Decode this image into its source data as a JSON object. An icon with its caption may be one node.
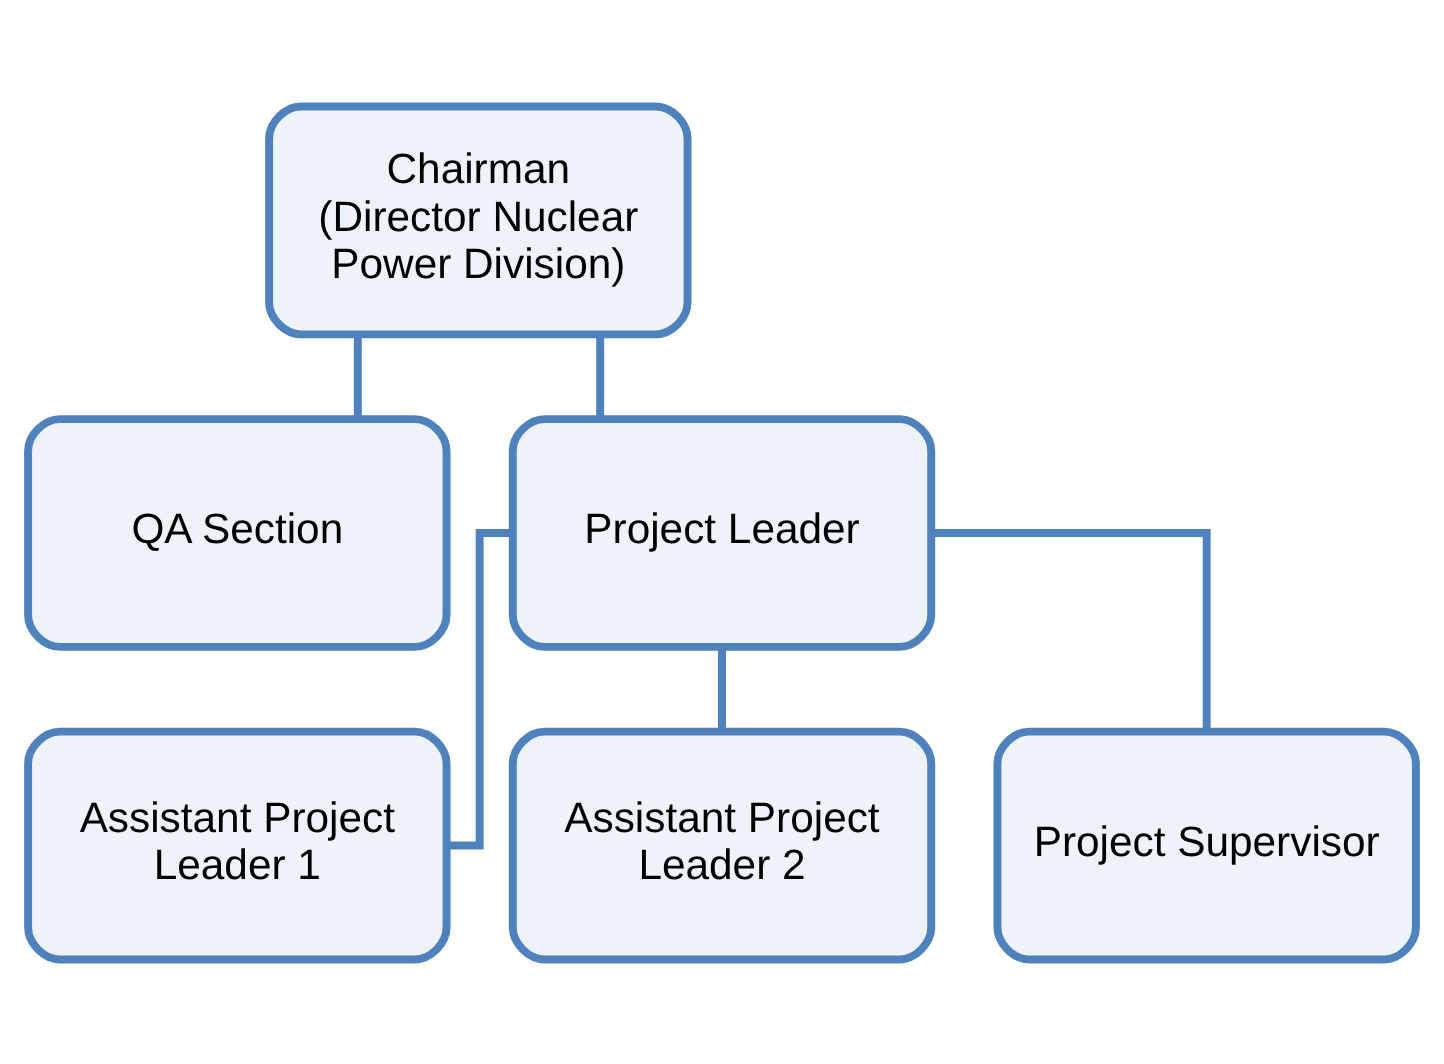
{
  "diagram": {
    "nodes": [
      {
        "text": [
          "Chairman",
          "(Director Nuclear Power Division)"
        ]
      },
      {
        "text": [
          "QA Section"
        ]
      },
      {
        "text": [
          "Project Leader"
        ]
      },
      {
        "text": [
          "Assistant Project Leader 1"
        ]
      },
      {
        "text": [
          "Assistant Project Leader 2"
        ]
      },
      {
        "text": [
          "Project Supervisor"
        ]
      }
    ],
    "edges": [
      {
        "from": 0,
        "to": 1,
        "arrow": "none"
      },
      {
        "from": 0,
        "to": 2,
        "arrow": "none"
      },
      {
        "from": 2,
        "to": 3,
        "arrow": "none"
      },
      {
        "from": 2,
        "to": 4,
        "arrow": "none"
      },
      {
        "from": 2,
        "to": 5,
        "arrow": "none"
      }
    ]
  }
}
